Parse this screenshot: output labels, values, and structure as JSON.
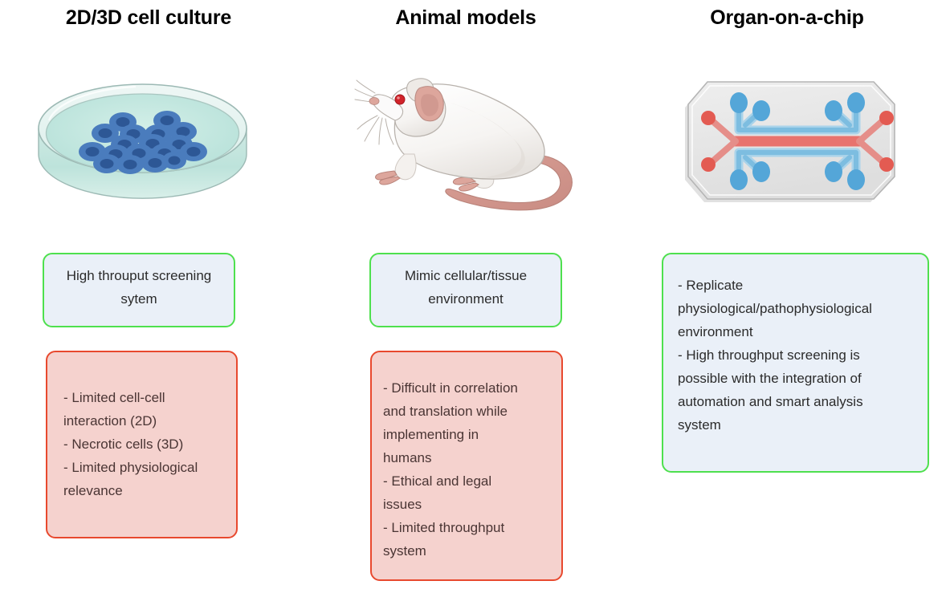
{
  "columns": [
    {
      "title": "2D/3D cell culture",
      "figure": "petri-dish-illustration",
      "advantages": "High throuput screening\nsytem",
      "limitations": "- Limited cell-cell\n   interaction (2D)\n- Necrotic cells (3D)\n- Limited physiological\n   relevance"
    },
    {
      "title": "Animal models",
      "figure": "laboratory-mouse-illustration",
      "advantages": "Mimic cellular/tissue\nenvironment",
      "limitations": "- Difficult in correlation\n   and translation while\n   implementing in\n   humans\n- Ethical and legal\n   issues\n- Limited throughput\n   system"
    },
    {
      "title": "Organ-on-a-chip",
      "figure": "microfluidic-chip-illustration",
      "advantages": "- Replicate\nphysiological/pathophysiological\nenvironment\n- High throughput screening is\npossible with the integration of\nautomation  and smart analysis\nsystem",
      "limitations": null
    }
  ],
  "colors": {
    "advantage_border": "#4ee04e",
    "advantage_fill": "#eaf0f8",
    "limitation_border": "#e8492e",
    "limitation_fill": "#f5d2ce",
    "dish_medium": "#b9e3dc",
    "cell_blue": "#3c6eb4",
    "cell_nucleus": "#2d5795",
    "chip_body": "#e6e6e6",
    "chip_channel_red": "#e8736e",
    "chip_channel_blue": "#7dbde0",
    "chip_port_red": "#e35b52",
    "chip_well_blue": "#54a6d8",
    "mouse_body": "#f7f6f4",
    "mouse_pink": "#d79a92",
    "mouse_eye": "#d1232a"
  }
}
